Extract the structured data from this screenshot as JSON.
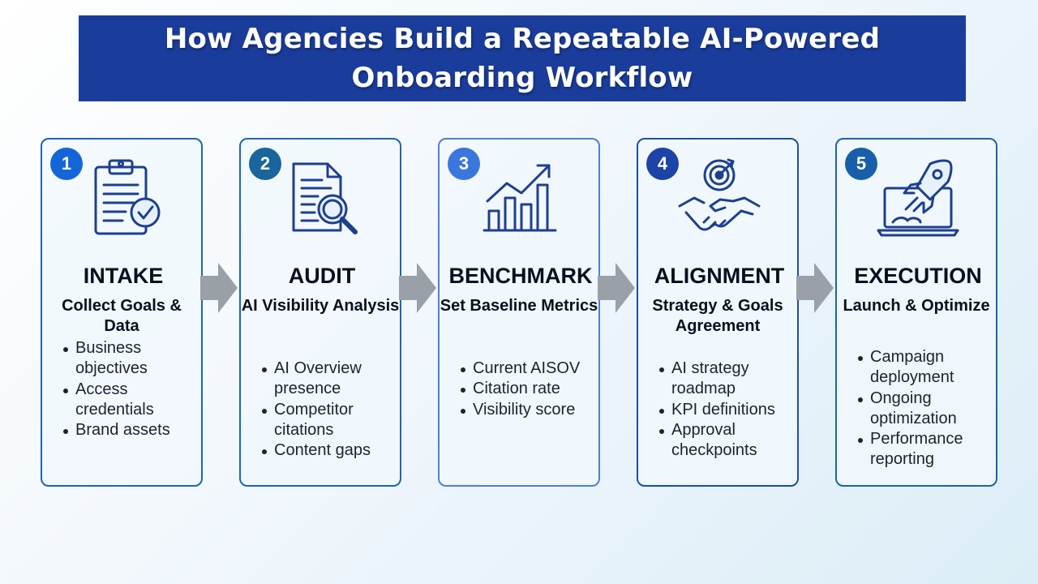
{
  "header": {
    "title": "How Agencies Build a Repeatable AI-Powered Onboarding Workflow"
  },
  "steps": [
    {
      "number": "1",
      "title": "INTAKE",
      "subtitle": "Collect Goals & Data",
      "icon": "clipboard-check-icon",
      "bullets": [
        "Business objectives",
        "Access credentials",
        "Brand assets"
      ]
    },
    {
      "number": "2",
      "title": "AUDIT",
      "subtitle": "AI Visibility Analysis",
      "icon": "document-magnifier-icon",
      "bullets": [
        "AI Overview presence",
        "Competitor citations",
        "Content gaps"
      ]
    },
    {
      "number": "3",
      "title": "BENCHMARK",
      "subtitle": "Set Baseline Metrics",
      "icon": "growth-chart-icon",
      "bullets": [
        "Current AISOV",
        "Citation rate",
        "Visibility score"
      ]
    },
    {
      "number": "4",
      "title": "ALIGNMENT",
      "subtitle": "Strategy & Goals Agreement",
      "icon": "handshake-target-icon",
      "bullets": [
        "AI strategy roadmap",
        "KPI definitions",
        "Approval checkpoints"
      ]
    },
    {
      "number": "5",
      "title": "EXECUTION",
      "subtitle": "Launch & Optimize",
      "icon": "rocket-laptop-icon",
      "bullets": [
        "Campaign deployment",
        "Ongoing optimization",
        "Performance reporting"
      ]
    }
  ],
  "colors": {
    "banner": "#1a3d9c",
    "card_border": "#1c66b5",
    "icon_stroke": "#1d3f8f",
    "arrow": "#9aa0a8"
  }
}
